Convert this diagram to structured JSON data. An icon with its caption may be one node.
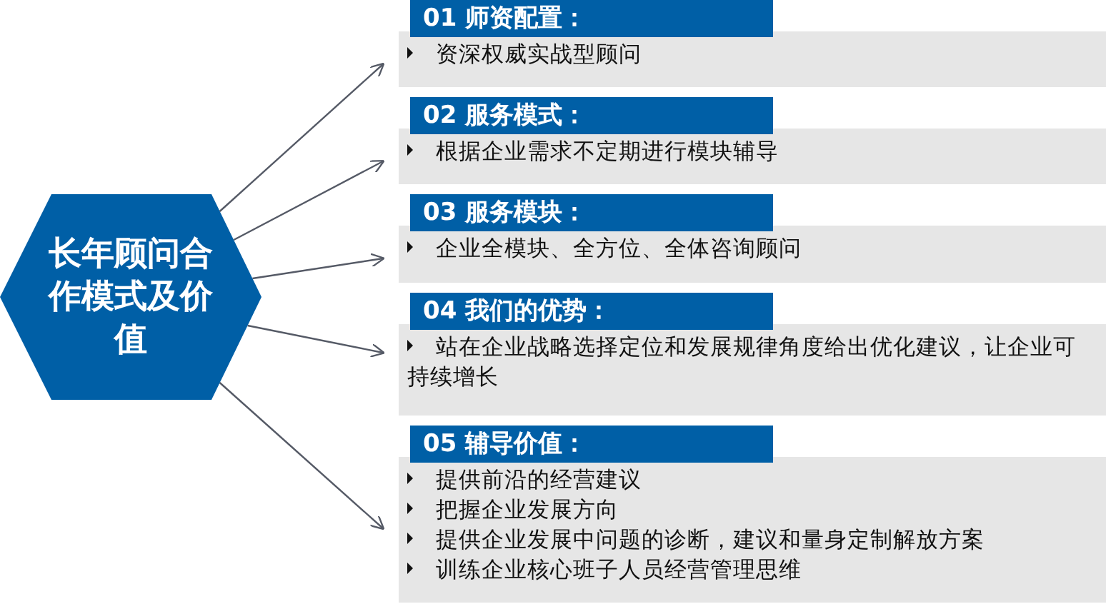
{
  "diagram": {
    "nodes": [
      {
        "text": [
          "长年顾问合作模式及价值"
        ]
      },
      {
        "text": [
          "01 师资配置：",
          "资深权威实战型顾问"
        ]
      },
      {
        "text": [
          "02 服务模式：",
          "根据企业需求不定期进行模块辅导"
        ]
      },
      {
        "text": [
          "03 服务模块：",
          "企业全模块、全方位、全体咨询顾问"
        ]
      },
      {
        "text": [
          "04 我们的优势：",
          "站在企业战略选择定位和发展规律角度给出优化建议，让企业可持续增长"
        ]
      },
      {
        "text": [
          "05 辅导价值：",
          "提供前沿的经营建议",
          "把握企业发展方向",
          "提供企业发展中问题的诊断，建议和量身定制解放方案",
          "训练企业核心班子人员经营管理思维"
        ]
      }
    ],
    "edges": [
      {
        "from": 0,
        "to": 1,
        "arrow": "to"
      },
      {
        "from": 0,
        "to": 2,
        "arrow": "to"
      },
      {
        "from": 0,
        "to": 3,
        "arrow": "to"
      },
      {
        "from": 0,
        "to": 4,
        "arrow": "to"
      },
      {
        "from": 0,
        "to": 5,
        "arrow": "to"
      }
    ]
  }
}
